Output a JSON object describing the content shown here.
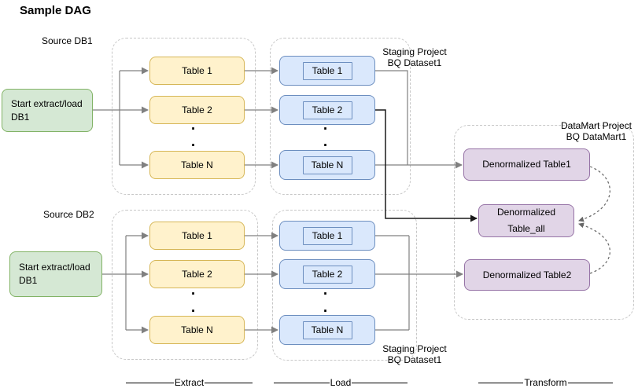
{
  "title": "Sample DAG",
  "colors": {
    "source_fill": "#d5e8d4",
    "source_stroke": "#82b366",
    "extract_fill": "#fff2cc",
    "extract_stroke": "#d6b656",
    "load_fill": "#dae8fc",
    "load_stroke": "#6c8ebf",
    "datamart_fill": "#e1d5e7",
    "datamart_stroke": "#9673a6",
    "edge_gray": "#808080",
    "edge_dark": "#1a1a1a",
    "container_dash": "#c7c7c7"
  },
  "sections": [
    {
      "source_label": "Source DB1",
      "start_node": {
        "line1": "Start extract/load",
        "line2": "DB1"
      },
      "extract_tables": [
        "Table 1",
        "Table 2",
        "Table N"
      ],
      "load_tables": [
        "Table 1",
        "Table 2",
        "Table N"
      ],
      "staging_label": {
        "line1": "Staging Project",
        "line2": "BQ Dataset1"
      }
    },
    {
      "source_label": "Source DB2",
      "start_node": {
        "line1": "Start extract/load",
        "line2": "DB1"
      },
      "extract_tables": [
        "Table 1",
        "Table 2",
        "Table N"
      ],
      "load_tables": [
        "Table 1",
        "Table 2",
        "Table N"
      ],
      "staging_label": {
        "line1": "Staging Project",
        "line2": "BQ Dataset1"
      }
    }
  ],
  "datamart": {
    "label": {
      "line1": "DataMart Project",
      "line2": "BQ DataMart1"
    },
    "table1": "Denormalized Table1",
    "table_all": {
      "line1": "Denormalized",
      "line2": "Table_all"
    },
    "table2": "Denormalized Table2"
  },
  "stages": {
    "extract": "Extract",
    "load": "Load",
    "transform": "Transform"
  },
  "ellipsis_dot": "·"
}
